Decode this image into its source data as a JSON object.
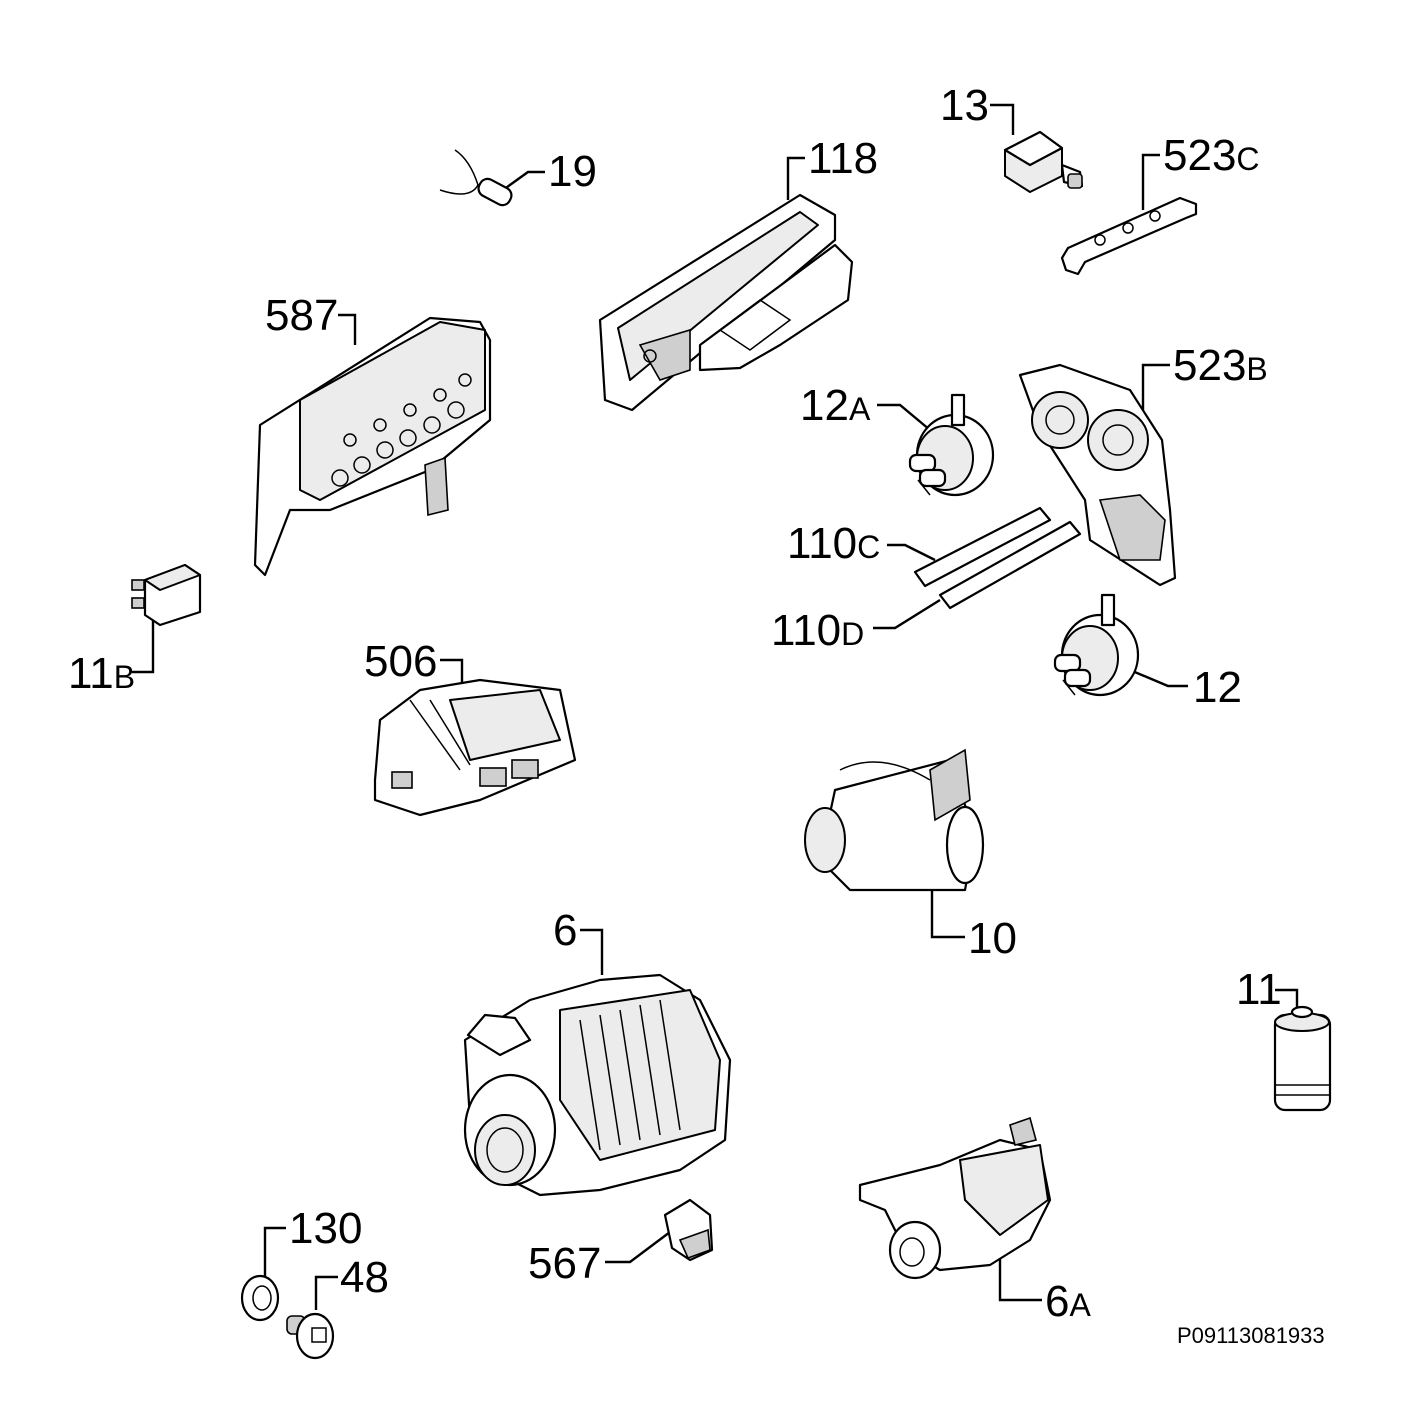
{
  "reference_code": "P09113081933",
  "callouts": [
    {
      "id": "13",
      "num": "13",
      "suffix": ""
    },
    {
      "id": "523c",
      "num": "523",
      "suffix": "C"
    },
    {
      "id": "19",
      "num": "19",
      "suffix": ""
    },
    {
      "id": "118",
      "num": "118",
      "suffix": ""
    },
    {
      "id": "587",
      "num": "587",
      "suffix": ""
    },
    {
      "id": "523b",
      "num": "523",
      "suffix": "B"
    },
    {
      "id": "12a",
      "num": "12",
      "suffix": "A"
    },
    {
      "id": "110c",
      "num": "110",
      "suffix": "C"
    },
    {
      "id": "110d",
      "num": "110",
      "suffix": "D"
    },
    {
      "id": "11b",
      "num": "11",
      "suffix": "B"
    },
    {
      "id": "506",
      "num": "506",
      "suffix": ""
    },
    {
      "id": "12",
      "num": "12",
      "suffix": ""
    },
    {
      "id": "10",
      "num": "10",
      "suffix": ""
    },
    {
      "id": "6",
      "num": "6",
      "suffix": ""
    },
    {
      "id": "11",
      "num": "11",
      "suffix": ""
    },
    {
      "id": "130",
      "num": "130",
      "suffix": ""
    },
    {
      "id": "48",
      "num": "48",
      "suffix": ""
    },
    {
      "id": "567",
      "num": "567",
      "suffix": ""
    },
    {
      "id": "6a",
      "num": "6",
      "suffix": "A"
    }
  ]
}
